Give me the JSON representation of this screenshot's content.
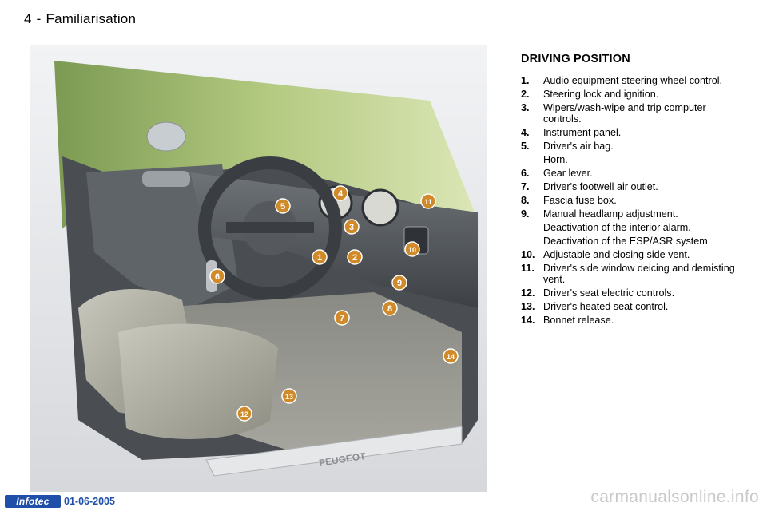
{
  "header": {
    "page_number": "4",
    "separator": "-",
    "title": "Familiarisation"
  },
  "section": {
    "title": "DRIVING POSITION",
    "items": [
      {
        "num": "1.",
        "text": "Audio equipment steering wheel control."
      },
      {
        "num": "2.",
        "text": "Steering lock and ignition."
      },
      {
        "num": "3.",
        "text": "Wipers/wash-wipe and trip computer controls."
      },
      {
        "num": "4.",
        "text": "Instrument panel."
      },
      {
        "num": "5.",
        "text": "Driver's air bag.",
        "sub": [
          "Horn."
        ]
      },
      {
        "num": "6.",
        "text": "Gear lever."
      },
      {
        "num": "7.",
        "text": "Driver's footwell air outlet."
      },
      {
        "num": "8.",
        "text": "Fascia fuse box."
      },
      {
        "num": "9.",
        "text": "Manual headlamp adjustment.",
        "sub": [
          "Deactivation of the interior alarm.",
          "Deactivation of the ESP/ASR system."
        ]
      },
      {
        "num": "10.",
        "text": "Adjustable and closing side vent."
      },
      {
        "num": "11.",
        "text": "Driver's side window deicing and demisting vent."
      },
      {
        "num": "12.",
        "text": "Driver's seat electric controls."
      },
      {
        "num": "13.",
        "text": "Driver's heated seat control."
      },
      {
        "num": "14.",
        "text": "Bonnet release."
      }
    ]
  },
  "illustration": {
    "callouts": [
      "1",
      "2",
      "3",
      "4",
      "5",
      "6",
      "7",
      "8",
      "9",
      "10",
      "11",
      "12",
      "13",
      "14"
    ],
    "sill_brand": "PEUGEOT"
  },
  "footer": {
    "logo": "Infotec",
    "date": "01-06-2005",
    "watermark": "carmanualsonline.info"
  }
}
